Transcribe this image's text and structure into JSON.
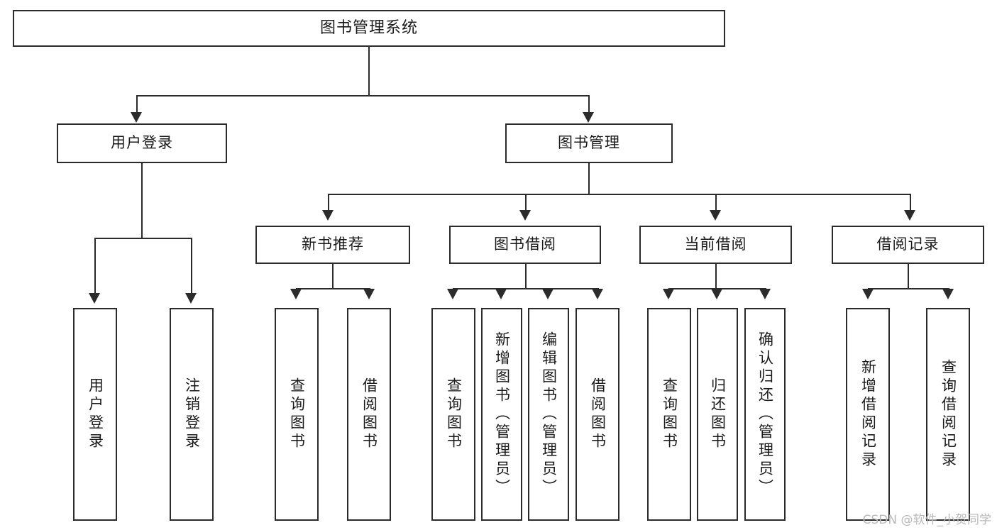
{
  "diagram": {
    "type": "tree-hierarchy",
    "title": "图书管理系统",
    "root": {
      "label": "图书管理系统",
      "children": [
        {
          "label": "用户登录",
          "children": [
            {
              "label": "用户登录"
            },
            {
              "label": "注销登录"
            }
          ]
        },
        {
          "label": "图书管理",
          "children": [
            {
              "label": "新书推荐",
              "children": [
                {
                  "label": "查询图书"
                },
                {
                  "label": "借阅图书"
                }
              ]
            },
            {
              "label": "图书借阅",
              "children": [
                {
                  "label": "查询图书"
                },
                {
                  "label": "新增图书（管理员）"
                },
                {
                  "label": "编辑图书（管理员）"
                },
                {
                  "label": "借阅图书"
                }
              ]
            },
            {
              "label": "当前借阅",
              "children": [
                {
                  "label": "查询图书"
                },
                {
                  "label": "归还图书"
                },
                {
                  "label": "确认归还（管理员）"
                }
              ]
            },
            {
              "label": "借阅记录",
              "children": [
                {
                  "label": "新增借阅记录"
                },
                {
                  "label": "查询借阅记录"
                }
              ]
            }
          ]
        }
      ]
    },
    "nodes": {
      "root": "图书管理系统",
      "user_login": "用户登录",
      "book_manage": "图书管理",
      "new_book_rec": "新书推荐",
      "book_borrow": "图书借阅",
      "current_borrow": "当前借阅",
      "borrow_record": "借阅记录",
      "leaf_user_login": "用户登录",
      "leaf_logout": "注销登录",
      "leaf_query_book_a": "查询图书",
      "leaf_borrow_book_a": "借阅图书",
      "leaf_query_book_b": "查询图书",
      "leaf_add_book_admin": "新增图书（管理员）",
      "leaf_edit_book_admin": "编辑图书（管理员）",
      "leaf_borrow_book_b": "借阅图书",
      "leaf_query_book_c": "查询图书",
      "leaf_return_book": "归还图书",
      "leaf_confirm_return_admin": "确认归还（管理员）",
      "leaf_add_record": "新增借阅记录",
      "leaf_query_record": "查询借阅记录"
    }
  },
  "watermark": {
    "text": "CSDN @软件_小贺同学"
  },
  "colors": {
    "stroke": "#2b2b2b",
    "text": "#1a1a1a",
    "background": "#ffffff",
    "watermark": "#b9b9b9"
  }
}
